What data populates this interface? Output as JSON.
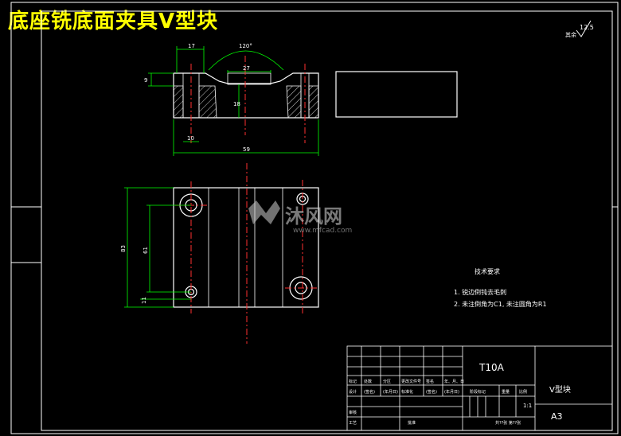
{
  "page_title": "底座铣底面夹具V型块",
  "roughness": {
    "value": "12.5",
    "note": "其余"
  },
  "dimensions": {
    "top_width": "17",
    "angle": "120°",
    "slot_width": "27",
    "left_height": "9",
    "v_depth": "18",
    "bottom_left": "10",
    "overall_width": "59",
    "plan_height": "83",
    "hole_spacing": "61",
    "hole_offset": "11"
  },
  "tech": {
    "heading": "技术要求",
    "line1": "1. 锐边倒钝去毛刺",
    "line2": "2. 未注倒角为C1, 未注圆角为R1"
  },
  "watermark": {
    "brand": "沐风网",
    "url": "www.mfcad.com"
  },
  "title_block": {
    "material": "T10A",
    "part_name": "V型块",
    "sheet_size": "A3",
    "scale": "1:1",
    "row_labels": [
      "标记",
      "处数",
      "分区",
      "更改文件号",
      "签名",
      "年、月、日"
    ],
    "row2_labels": [
      "设计",
      "(签名)",
      "(年月日)",
      "标准化",
      "(签名)",
      "(年月日)"
    ],
    "stage_labels": [
      "阶段标记",
      "重量",
      "比例"
    ],
    "left_labels": [
      "审核",
      "工艺"
    ],
    "approve": "批准",
    "sheet_info": "共??张 第??张"
  }
}
